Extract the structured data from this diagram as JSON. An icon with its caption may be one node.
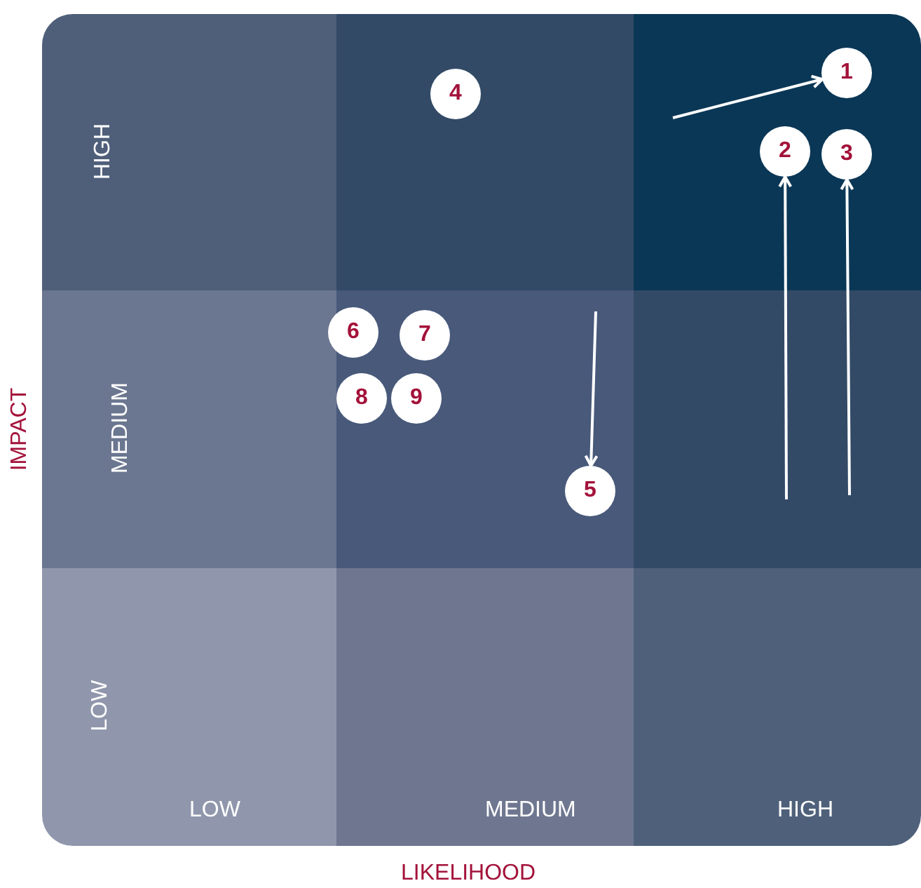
{
  "diagram": {
    "nodes": [
      {
        "text": [
          "HIGH"
        ]
      },
      {
        "text": [],
        "shape": "box"
      },
      {
        "text": [],
        "shape": "box"
      },
      {
        "text": [
          "MEDIUM"
        ]
      },
      {
        "text": [],
        "shape": "box"
      },
      {
        "text": [],
        "shape": "box"
      },
      {
        "text": [
          "LOW",
          "LOW"
        ]
      },
      {
        "text": [
          "MEDIUM"
        ]
      },
      {
        "text": [
          "HIGH"
        ]
      },
      {
        "text": [
          "1"
        ],
        "in": 2
      },
      {
        "text": [
          "2"
        ],
        "in": 2
      },
      {
        "text": [
          "3"
        ],
        "in": 2
      },
      {
        "text": [
          "4"
        ],
        "in": 1
      },
      {
        "text": [
          "5"
        ],
        "in": 4
      },
      {
        "text": [
          "6"
        ],
        "in": 4
      },
      {
        "text": [
          "7"
        ],
        "in": 4
      },
      {
        "text": [
          "8"
        ],
        "in": 4
      },
      {
        "text": [
          "9"
        ],
        "in": 4
      }
    ],
    "edges": [
      {
        "from": null,
        "to": 9,
        "arrow": "to"
      },
      {
        "from": 5,
        "to": 10,
        "arrow": "to"
      },
      {
        "from": 5,
        "to": 11,
        "arrow": "to"
      },
      {
        "from": null,
        "to": 13,
        "arrow": "to"
      }
    ],
    "labels": [
      "IMPACT",
      "LIKELIHOOD"
    ]
  }
}
